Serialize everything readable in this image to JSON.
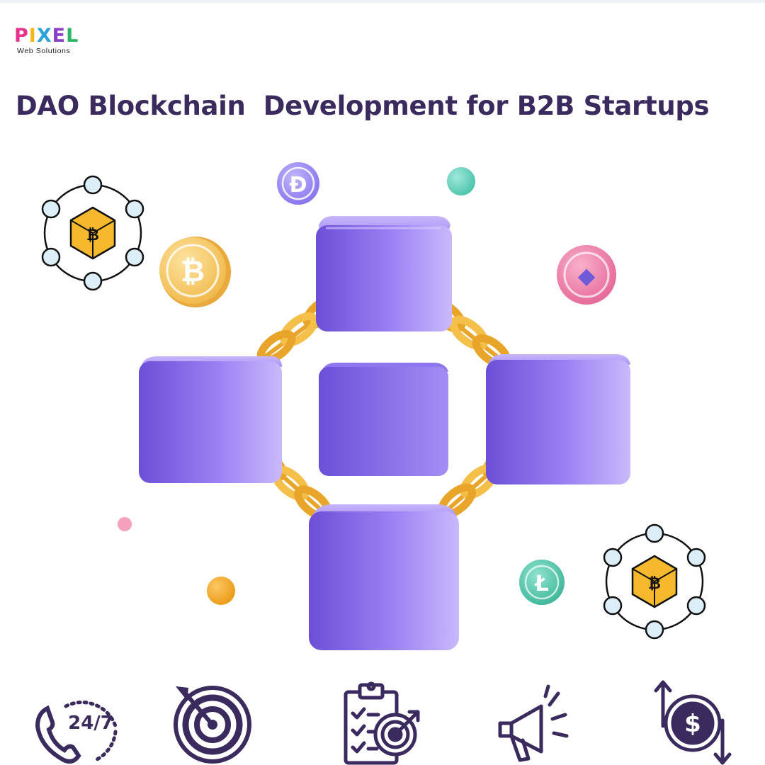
{
  "brand": {
    "letters": [
      {
        "char": "P",
        "color": "#e6318b"
      },
      {
        "char": "I",
        "color": "#f3b51b"
      },
      {
        "char": "X",
        "color": "#2aa3d8"
      },
      {
        "char": "E",
        "color": "#8a3fc7"
      },
      {
        "char": "L",
        "color": "#2eb464"
      }
    ],
    "subtitle": "Web Solutions"
  },
  "headline": "DAO Blockchain  Development for B2B Startups",
  "colors": {
    "title": "#3a2a5d",
    "cube_light": "#a48ef5",
    "cube_dark": "#6a4fd0",
    "chain": "#f0b43a",
    "coin_gold": "#f6c25a",
    "coin_pink": "#ea7aa5",
    "coin_teal": "#4ec3a8",
    "coin_purple": "#8b78ef",
    "icon_stroke": "#3a2a5d",
    "hex_fill": "#f6b82c"
  },
  "coins": [
    {
      "symbol": "Ð",
      "name": "dogecoin-icon"
    },
    {
      "symbol": "₿",
      "name": "bitcoin-coin-icon"
    },
    {
      "symbol": "◆",
      "name": "ethereum-coin-icon"
    },
    {
      "symbol": "Ł",
      "name": "litecoin-coin-icon"
    }
  ],
  "network_badge_symbol": "₿",
  "features": [
    {
      "label": "24/7",
      "icon": "support-24-7-icon"
    },
    {
      "icon": "target-icon"
    },
    {
      "icon": "clipboard-target-icon"
    },
    {
      "icon": "megaphone-icon"
    },
    {
      "symbol": "$",
      "icon": "dollar-exchange-icon"
    }
  ]
}
